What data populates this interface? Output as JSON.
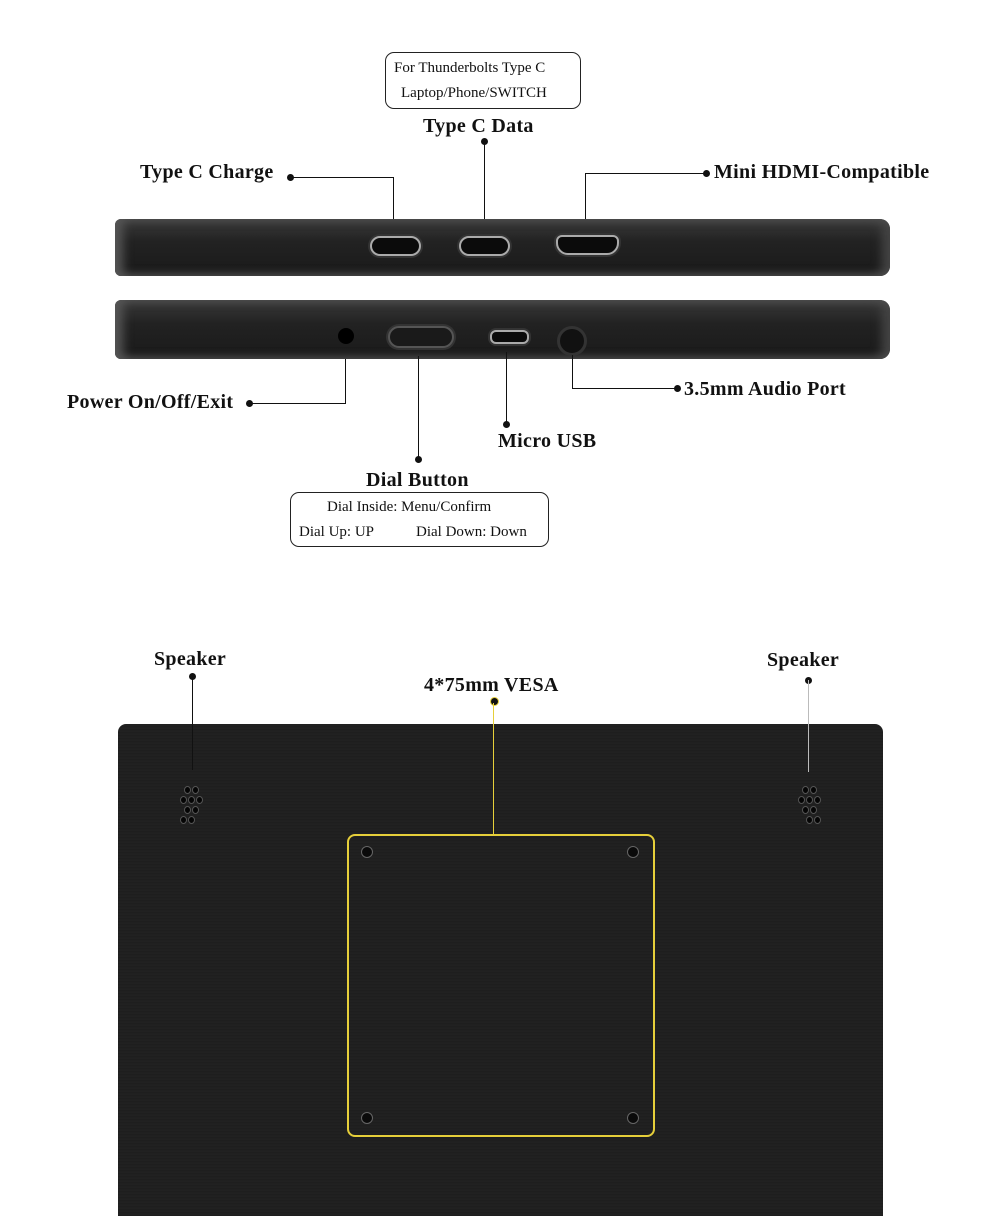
{
  "top_view": {
    "type_c_note": [
      "For Thunderbolts Type C",
      "Laptop/Phone/SWITCH"
    ],
    "type_c_data": "Type C Data",
    "type_c_charge": "Type C Charge",
    "mini_hdmi": "Mini HDMI-Compatible"
  },
  "bottom_view": {
    "power": "Power On/Off/Exit",
    "dial_button": "Dial Button",
    "dial_note": {
      "inside": "Dial Inside: Menu/Confirm",
      "up": "Dial Up: UP",
      "down": "Dial Down: Down"
    },
    "micro_usb": "Micro USB",
    "audio": "3.5mm Audio Port"
  },
  "back_view": {
    "speaker_left": "Speaker",
    "speaker_right": "Speaker",
    "vesa": "4*75mm VESA",
    "vesa_color": "#e6cf3a"
  }
}
